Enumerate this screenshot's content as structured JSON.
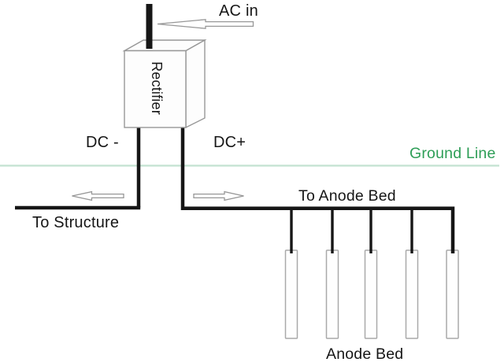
{
  "diagram": {
    "description": "Impressed current cathodic protection system schematic",
    "labels": {
      "ac_in": "AC in",
      "rectifier": "Rectifier",
      "dc_minus": "DC -",
      "dc_plus": "DC+",
      "ground_line": "Ground Line",
      "to_structure": "To Structure",
      "to_anode_bed": "To Anode Bed",
      "anode_bed": "Anode Bed"
    },
    "colors": {
      "wire": "#161616",
      "outline_gray": "#979797",
      "anode_outline": "#a9a9a9",
      "ground_line_stroke": "#c2e2d0",
      "ground_line_label": "#2e9e57"
    },
    "anode_count": 5
  }
}
